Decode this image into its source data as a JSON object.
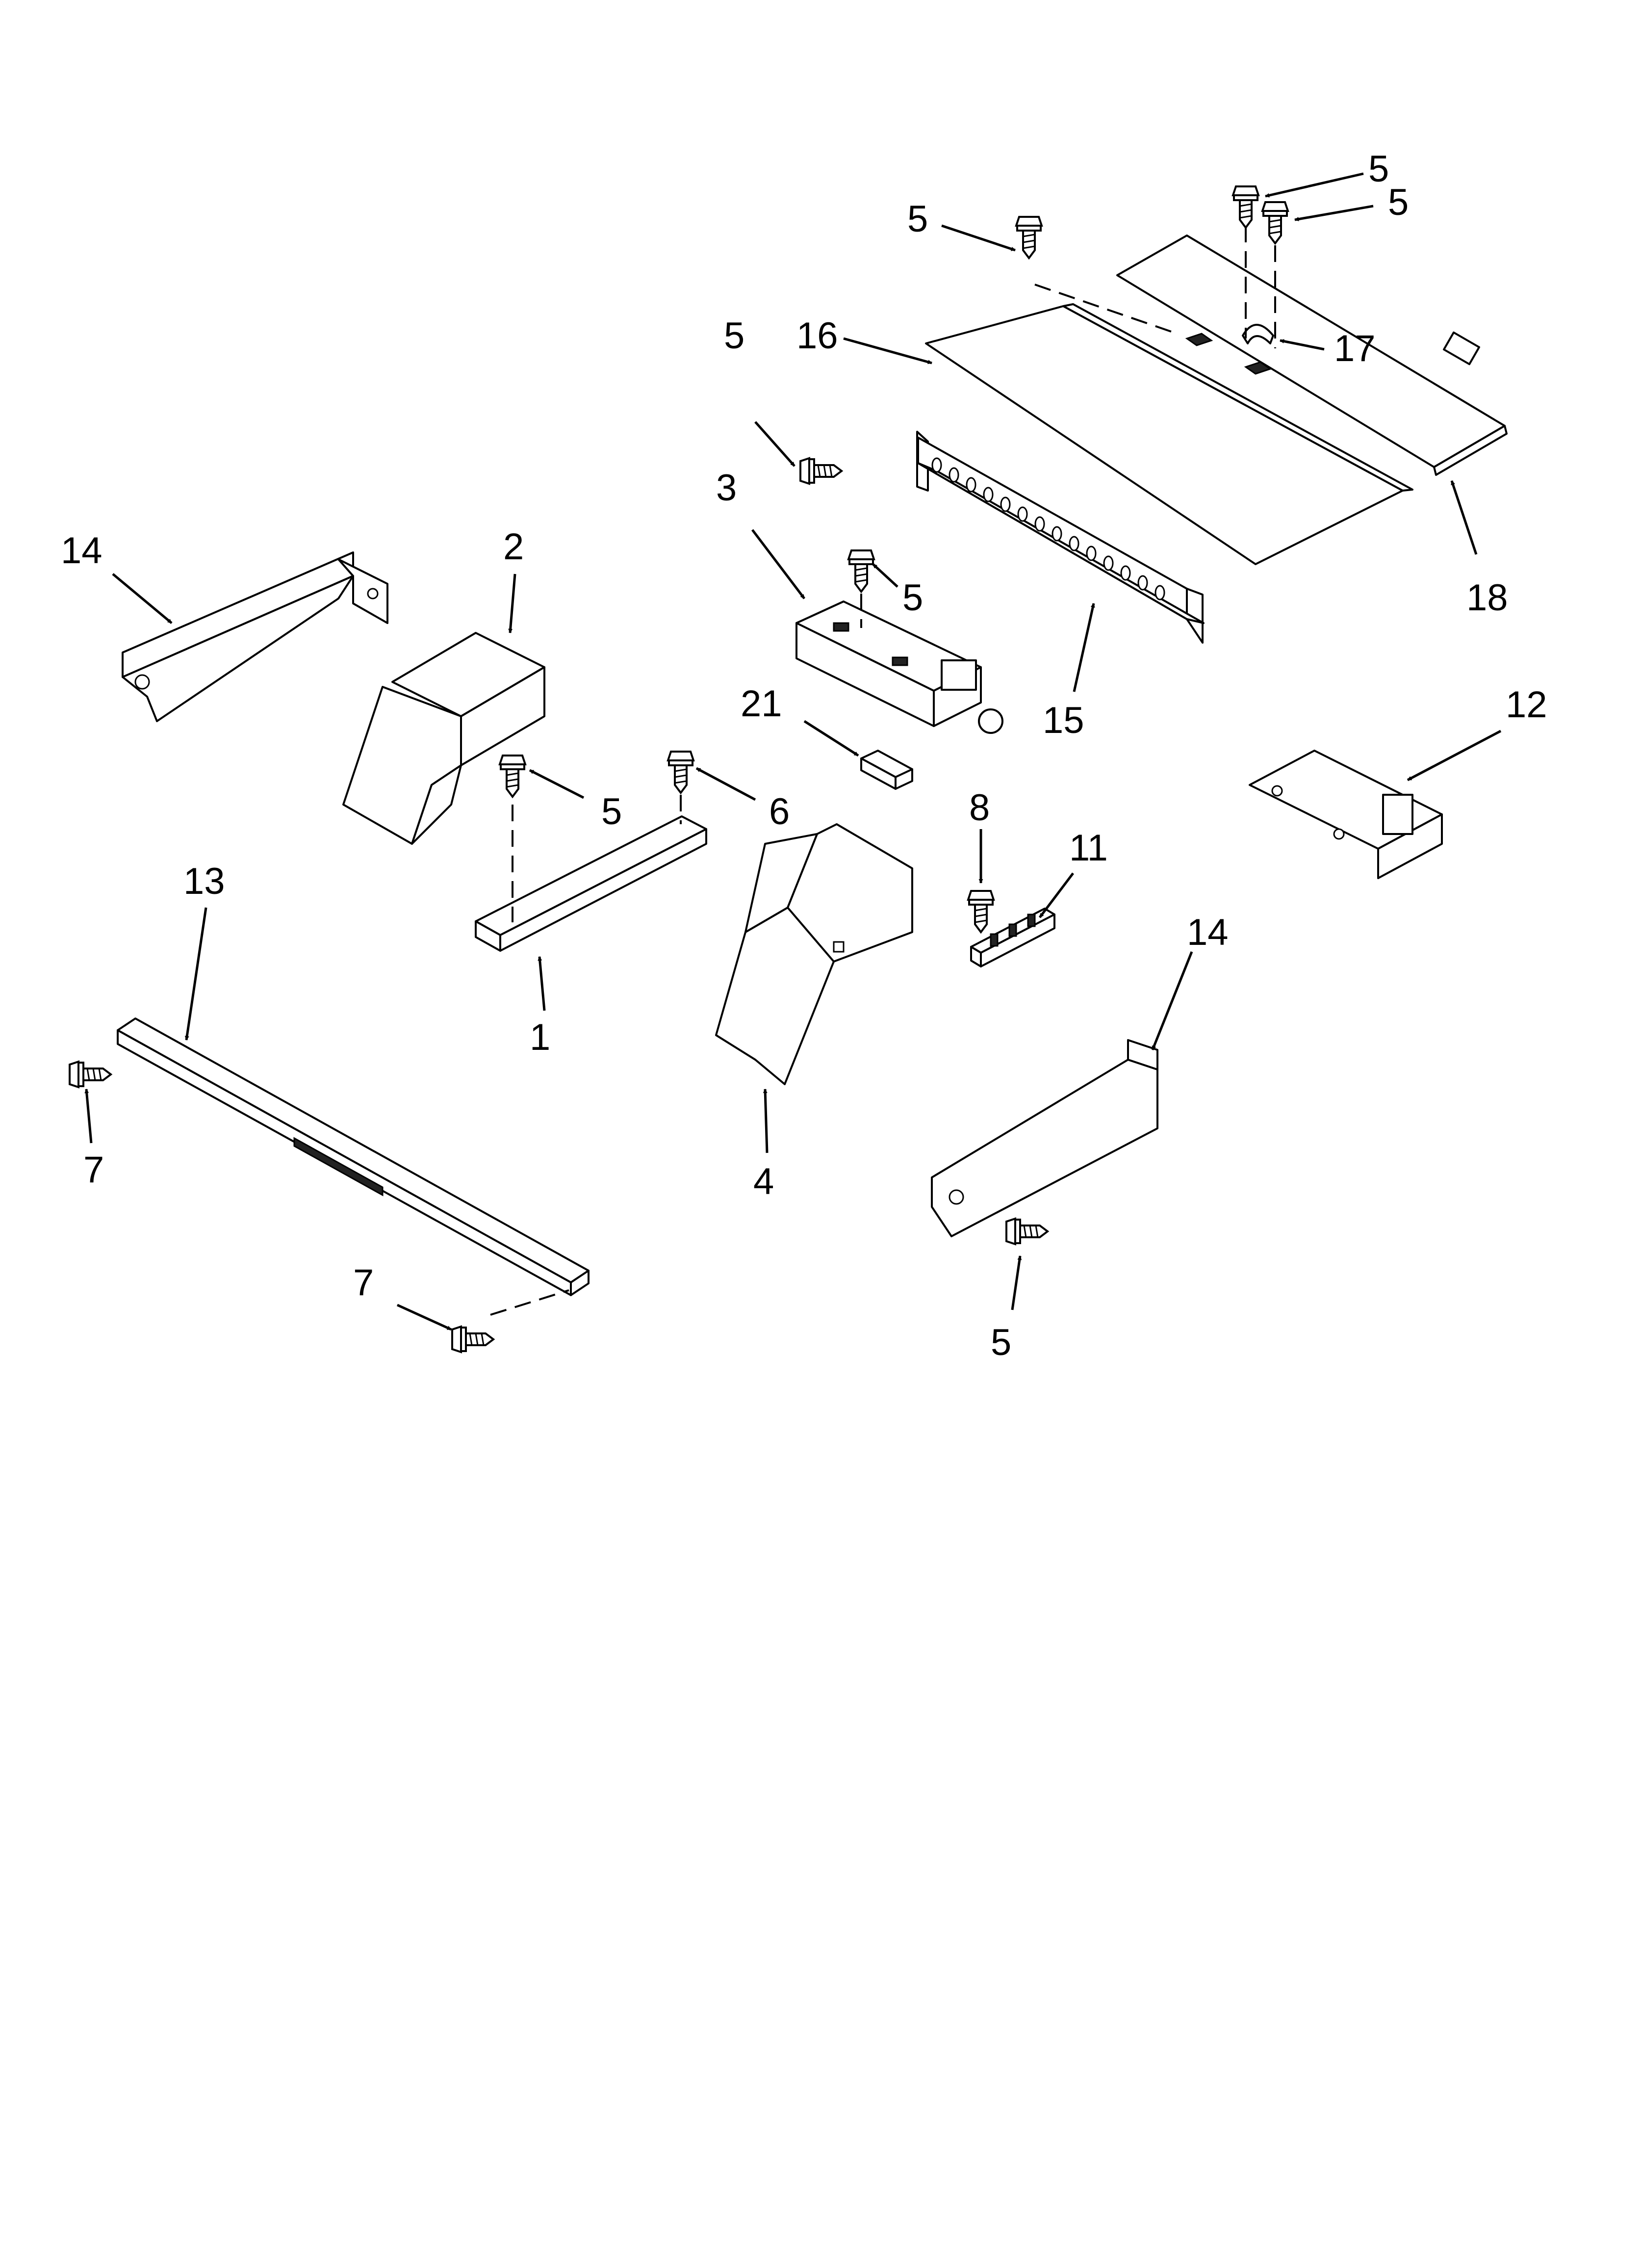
{
  "callouts": {
    "c1": "1",
    "c2": "2",
    "c3": "3",
    "c4": "4",
    "c5a": "5",
    "c5b": "5",
    "c5c": "5",
    "c5d": "5",
    "c5e": "5",
    "c5f": "5",
    "c5g": "5",
    "c6": "6",
    "c7a": "7",
    "c7b": "7",
    "c8": "8",
    "c11": "11",
    "c12": "12",
    "c13": "13",
    "c14a": "14",
    "c14b": "14",
    "c15": "15",
    "c16": "16",
    "c17": "17",
    "c18": "18",
    "c21": "21"
  }
}
